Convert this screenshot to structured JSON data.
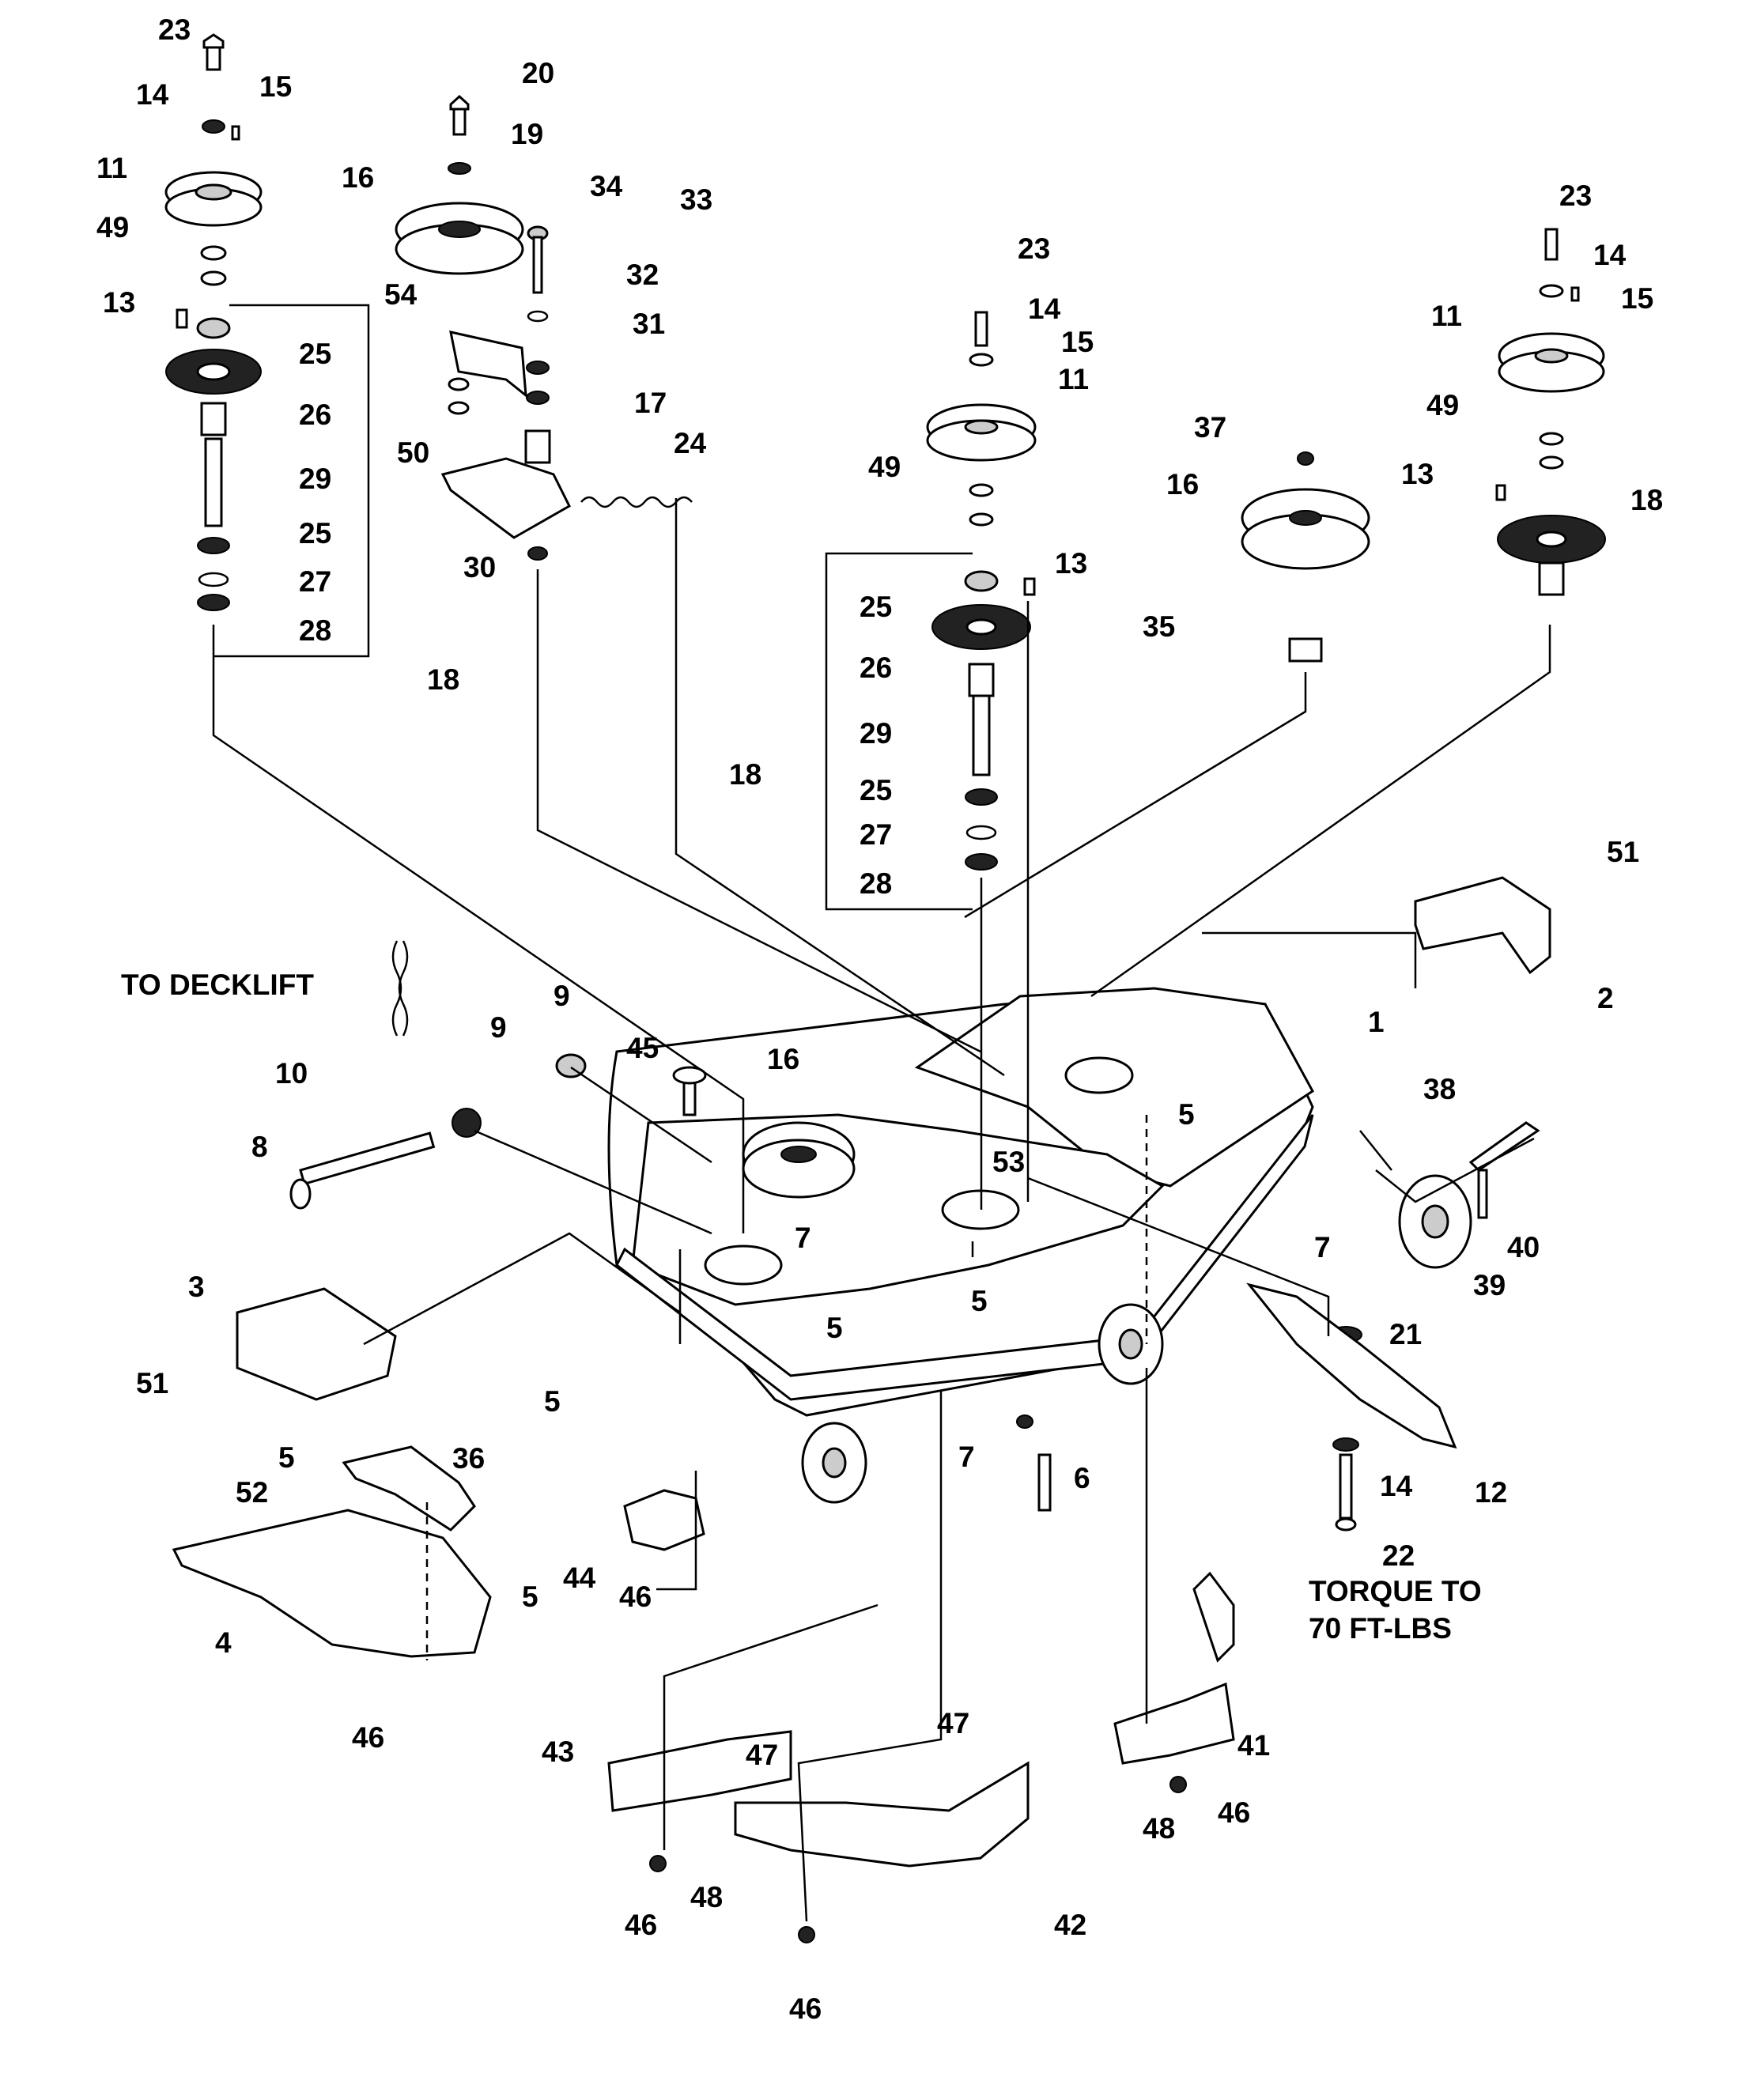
{
  "notes": {
    "to_decklift": "TO DECKLIFT",
    "torque_line1": "TORQUE TO",
    "torque_line2": "70 FT-LBS"
  },
  "callouts": [
    {
      "id": "c23a",
      "text": "23"
    },
    {
      "id": "c14a",
      "text": "14"
    },
    {
      "id": "c15a",
      "text": "15"
    },
    {
      "id": "c11a",
      "text": "11"
    },
    {
      "id": "c49a",
      "text": "49"
    },
    {
      "id": "c13a",
      "text": "13"
    },
    {
      "id": "c25a",
      "text": "25"
    },
    {
      "id": "c26a",
      "text": "26"
    },
    {
      "id": "c29a",
      "text": "29"
    },
    {
      "id": "c25b",
      "text": "25"
    },
    {
      "id": "c27a",
      "text": "27"
    },
    {
      "id": "c28a",
      "text": "28"
    },
    {
      "id": "c18a",
      "text": "18"
    },
    {
      "id": "c20",
      "text": "20"
    },
    {
      "id": "c19",
      "text": "19"
    },
    {
      "id": "c16a",
      "text": "16"
    },
    {
      "id": "c34",
      "text": "34"
    },
    {
      "id": "c33",
      "text": "33"
    },
    {
      "id": "c32",
      "text": "32"
    },
    {
      "id": "c54",
      "text": "54"
    },
    {
      "id": "c31",
      "text": "31"
    },
    {
      "id": "c17",
      "text": "17"
    },
    {
      "id": "c50",
      "text": "50"
    },
    {
      "id": "c24",
      "text": "24"
    },
    {
      "id": "c30",
      "text": "30"
    },
    {
      "id": "c23b",
      "text": "23"
    },
    {
      "id": "c14b",
      "text": "14"
    },
    {
      "id": "c15b",
      "text": "15"
    },
    {
      "id": "c11b",
      "text": "11"
    },
    {
      "id": "c49b",
      "text": "49"
    },
    {
      "id": "c13b",
      "text": "13"
    },
    {
      "id": "c25c",
      "text": "25"
    },
    {
      "id": "c26b",
      "text": "26"
    },
    {
      "id": "c29b",
      "text": "29"
    },
    {
      "id": "c18b",
      "text": "18"
    },
    {
      "id": "c25d",
      "text": "25"
    },
    {
      "id": "c27b",
      "text": "27"
    },
    {
      "id": "c28b",
      "text": "28"
    },
    {
      "id": "c37",
      "text": "37"
    },
    {
      "id": "c16b",
      "text": "16"
    },
    {
      "id": "c35",
      "text": "35"
    },
    {
      "id": "c23c",
      "text": "23"
    },
    {
      "id": "c14c",
      "text": "14"
    },
    {
      "id": "c15c",
      "text": "15"
    },
    {
      "id": "c11c",
      "text": "11"
    },
    {
      "id": "c49c",
      "text": "49"
    },
    {
      "id": "c13c",
      "text": "13"
    },
    {
      "id": "c18c",
      "text": "18"
    },
    {
      "id": "c51a",
      "text": "51"
    },
    {
      "id": "c2",
      "text": "2"
    },
    {
      "id": "c1",
      "text": "1"
    },
    {
      "id": "c10",
      "text": "10"
    },
    {
      "id": "c9a",
      "text": "9"
    },
    {
      "id": "c9b",
      "text": "9"
    },
    {
      "id": "c45",
      "text": "45"
    },
    {
      "id": "c16c",
      "text": "16"
    },
    {
      "id": "c8",
      "text": "8"
    },
    {
      "id": "c53",
      "text": "53"
    },
    {
      "id": "c5a",
      "text": "5"
    },
    {
      "id": "c38",
      "text": "38"
    },
    {
      "id": "c3",
      "text": "3"
    },
    {
      "id": "c7a",
      "text": "7"
    },
    {
      "id": "c5b",
      "text": "5"
    },
    {
      "id": "c5c",
      "text": "5"
    },
    {
      "id": "c7b",
      "text": "7"
    },
    {
      "id": "c40",
      "text": "40"
    },
    {
      "id": "c39",
      "text": "39"
    },
    {
      "id": "c21",
      "text": "21"
    },
    {
      "id": "c51b",
      "text": "51"
    },
    {
      "id": "c5d",
      "text": "5"
    },
    {
      "id": "c5e",
      "text": "5"
    },
    {
      "id": "c36",
      "text": "36"
    },
    {
      "id": "c52",
      "text": "52"
    },
    {
      "id": "c7c",
      "text": "7"
    },
    {
      "id": "c6",
      "text": "6"
    },
    {
      "id": "c14d",
      "text": "14"
    },
    {
      "id": "c12",
      "text": "12"
    },
    {
      "id": "c44",
      "text": "44"
    },
    {
      "id": "c46a",
      "text": "46"
    },
    {
      "id": "c5f",
      "text": "5"
    },
    {
      "id": "c22",
      "text": "22"
    },
    {
      "id": "c4",
      "text": "4"
    },
    {
      "id": "c46b",
      "text": "46"
    },
    {
      "id": "c47a",
      "text": "47"
    },
    {
      "id": "c41",
      "text": "41"
    },
    {
      "id": "c43",
      "text": "43"
    },
    {
      "id": "c47b",
      "text": "47"
    },
    {
      "id": "c46c",
      "text": "46"
    },
    {
      "id": "c48a",
      "text": "48"
    },
    {
      "id": "c46d",
      "text": "46"
    },
    {
      "id": "c48b",
      "text": "48"
    },
    {
      "id": "c42",
      "text": "42"
    },
    {
      "id": "c46e",
      "text": "46"
    }
  ]
}
